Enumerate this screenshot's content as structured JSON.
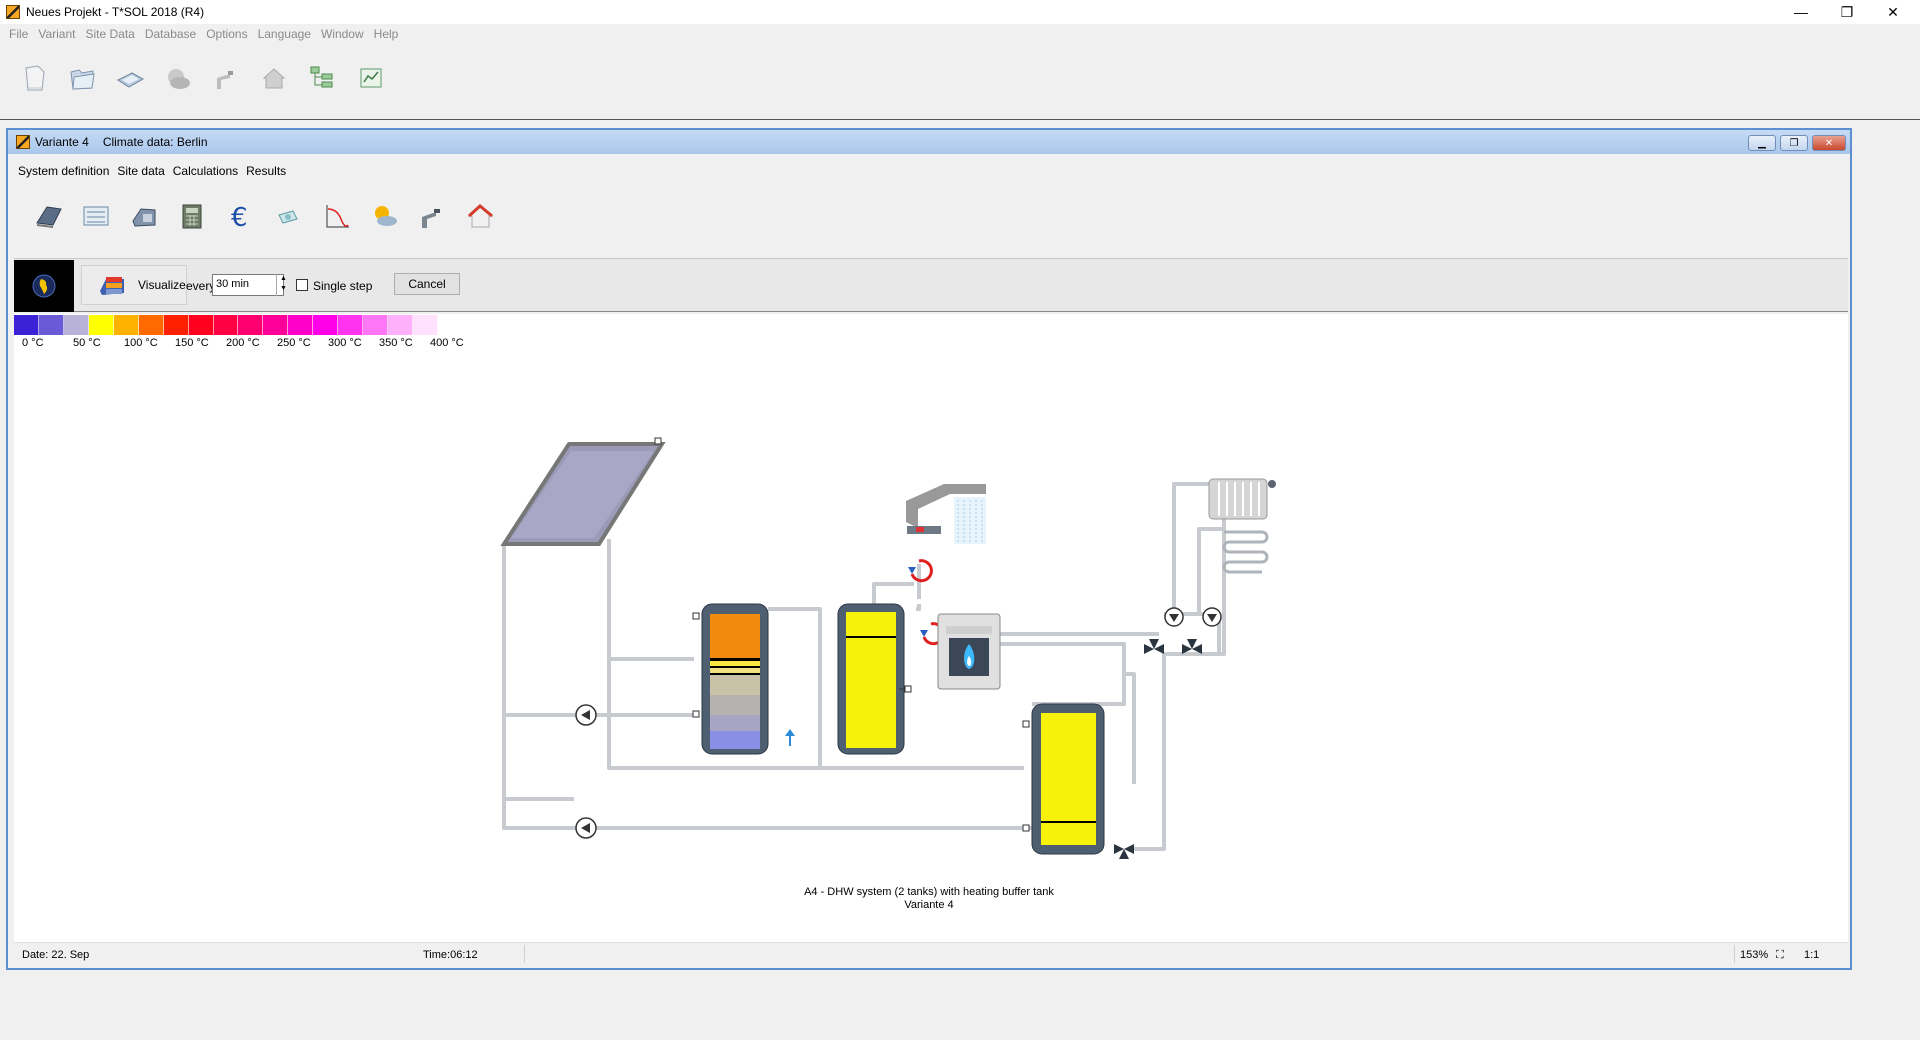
{
  "window": {
    "title": "Neues Projekt - T*SOL 2018 (R4)",
    "minimize": "—",
    "maximize": "❐",
    "close": "✕"
  },
  "menu": [
    "File",
    "Variant",
    "Site Data",
    "Database",
    "Options",
    "Language",
    "Window",
    "Help"
  ],
  "child": {
    "title_variant": "Variante 4",
    "title_climate": "Climate data: Berlin",
    "menu": [
      "System definition",
      "Site data",
      "Calculations",
      "Results"
    ]
  },
  "visualize": {
    "button_label": "Visualize",
    "every_label": "every",
    "interval_value": "30 min",
    "single_step_label": "Single step",
    "single_step_checked": false,
    "cancel_label": "Cancel"
  },
  "scale": {
    "labels": [
      "0 °C",
      "50 °C",
      "100 °C",
      "150 °C",
      "200 °C",
      "250 °C",
      "300 °C",
      "350 °C",
      "400 °C"
    ],
    "colors": [
      "#3b22d6",
      "#6a5ad8",
      "#b9b2d8",
      "#ffff00",
      "#ffb300",
      "#ff6a00",
      "#ff2000",
      "#ff0020",
      "#ff0044",
      "#ff0070",
      "#ff009a",
      "#ff00c8",
      "#ff00e8",
      "#ff33f0",
      "#ff77f5",
      "#ffb0fa",
      "#ffe0fd"
    ]
  },
  "caption": {
    "line1": "A4 - DHW system (2 tanks) with heating buffer tank",
    "line2": "Variante 4"
  },
  "status": {
    "date": "Date: 22. Sep",
    "time": "Time:06:12",
    "zoom": "153%",
    "ratio": "1:1"
  },
  "icons": {
    "main_toolbar": [
      "new-file-icon",
      "open-folder-icon",
      "site-data-icon",
      "climate-cloud-icon",
      "faucet-icon",
      "house-icon",
      "system-tree-icon",
      "report-icon"
    ],
    "child_toolbar": [
      "collector-icon",
      "system-config-icon",
      "storage-icon",
      "calculator-icon",
      "euro-icon",
      "money-icon",
      "curve-chart-icon",
      "weather-icon",
      "faucet-icon",
      "house-icon"
    ]
  }
}
